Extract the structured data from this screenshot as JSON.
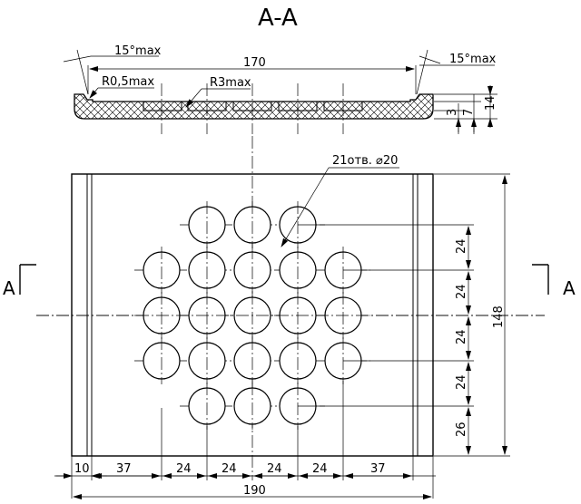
{
  "section": {
    "title": "A-A",
    "angle_left": "15°max",
    "angle_right": "15°max",
    "width_dim": "170",
    "radius_small": "R0,5max",
    "radius_big": "R3max",
    "height_total": "14",
    "height_mid": "7",
    "height_low": "3"
  },
  "plan": {
    "holes_note": "21отв. ⌀20",
    "section_mark": "A",
    "height_dim": "148",
    "bottom_dims": [
      "10",
      "37",
      "24",
      "24",
      "24",
      "24",
      "37"
    ],
    "width_dim": "190",
    "right_dims": [
      "24",
      "24",
      "24",
      "24",
      "26"
    ],
    "hole_rows": [
      3,
      5,
      5,
      5,
      3
    ]
  }
}
